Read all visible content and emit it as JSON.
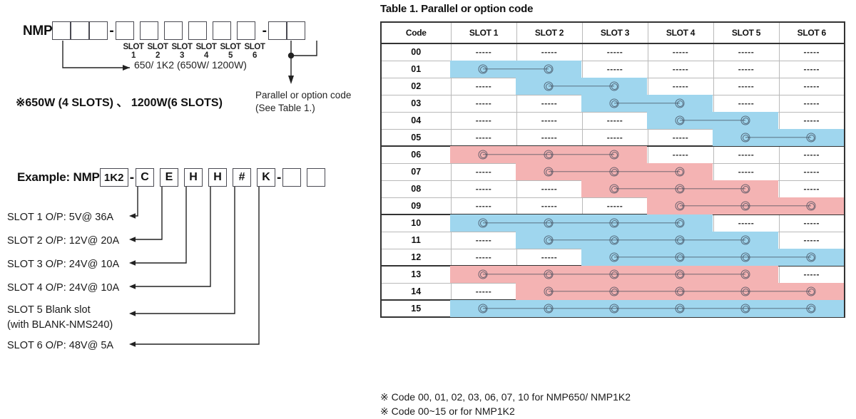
{
  "left": {
    "model_prefix": "NMP",
    "code_boxes": [
      "",
      "",
      ""
    ],
    "separator": "-",
    "slot_boxes": [
      "",
      "",
      "",
      "",
      "",
      ""
    ],
    "tail_boxes": [
      "",
      ""
    ],
    "slot_labels": [
      "SLOT 1",
      "SLOT 2",
      "SLOT 3",
      "SLOT 4",
      "SLOT 5",
      "SLOT 6"
    ],
    "power_note": "650/ 1K2 (650W/ 1200W)",
    "stars_note": "※650W (4 SLOTS) 、 1200W(6 SLOTS)",
    "parallel_note_line1": "Parallel or option code",
    "parallel_note_line2": "(See Table 1.)",
    "example": {
      "label": "Example: NMP",
      "model": "1K2",
      "sep1": "-",
      "slots": [
        "C",
        "E",
        "H",
        "H",
        "#",
        "K"
      ],
      "sep2": "-",
      "tail": [
        "",
        ""
      ]
    },
    "slot_descriptions": [
      "SLOT 1  O/P: 5V@ 36A",
      "SLOT 2  O/P: 12V@ 20A",
      "SLOT 3  O/P: 24V@ 10A",
      "SLOT 4  O/P: 24V@ 10A",
      "SLOT 5  Blank slot",
      "(with BLANK-NMS240)",
      "SLOT 6  O/P: 48V@ 5A"
    ]
  },
  "table": {
    "title": "Table 1. Parallel or option code",
    "columns": [
      "Code",
      "SLOT 1",
      "SLOT 2",
      "SLOT 3",
      "SLOT 4",
      "SLOT 5",
      "SLOT 6"
    ],
    "dash": "-----",
    "colors": {
      "blue": "#9fd6ee",
      "pink": "#f4b3b3",
      "border": "#b9b9b9",
      "thick_border": "#333333",
      "node": "#3c4655"
    },
    "rows": [
      {
        "code": "00",
        "span": null,
        "color": null,
        "group_end": false
      },
      {
        "code": "01",
        "span": [
          1,
          2
        ],
        "color": "blue",
        "group_end": false
      },
      {
        "code": "02",
        "span": [
          2,
          3
        ],
        "color": "blue",
        "group_end": false
      },
      {
        "code": "03",
        "span": [
          3,
          4
        ],
        "color": "blue",
        "group_end": false
      },
      {
        "code": "04",
        "span": [
          4,
          5
        ],
        "color": "blue",
        "group_end": false
      },
      {
        "code": "05",
        "span": [
          5,
          6
        ],
        "color": "blue",
        "group_end": true
      },
      {
        "code": "06",
        "span": [
          1,
          3
        ],
        "color": "pink",
        "group_end": false
      },
      {
        "code": "07",
        "span": [
          2,
          4
        ],
        "color": "pink",
        "group_end": false
      },
      {
        "code": "08",
        "span": [
          3,
          5
        ],
        "color": "pink",
        "group_end": false
      },
      {
        "code": "09",
        "span": [
          4,
          6
        ],
        "color": "pink",
        "group_end": true
      },
      {
        "code": "10",
        "span": [
          1,
          4
        ],
        "color": "blue",
        "group_end": false
      },
      {
        "code": "11",
        "span": [
          2,
          5
        ],
        "color": "blue",
        "group_end": false
      },
      {
        "code": "12",
        "span": [
          3,
          6
        ],
        "color": "blue",
        "group_end": true
      },
      {
        "code": "13",
        "span": [
          1,
          5
        ],
        "color": "pink",
        "group_end": false
      },
      {
        "code": "14",
        "span": [
          2,
          6
        ],
        "color": "pink",
        "group_end": true
      },
      {
        "code": "15",
        "span": [
          1,
          6
        ],
        "color": "blue",
        "group_end": false
      }
    ]
  },
  "footnotes": [
    "※  Code 00, 01, 02, 03, 06, 07, 10 for NMP650/ NMP1K2",
    "※  Code 00~15 or for NMP1K2"
  ]
}
